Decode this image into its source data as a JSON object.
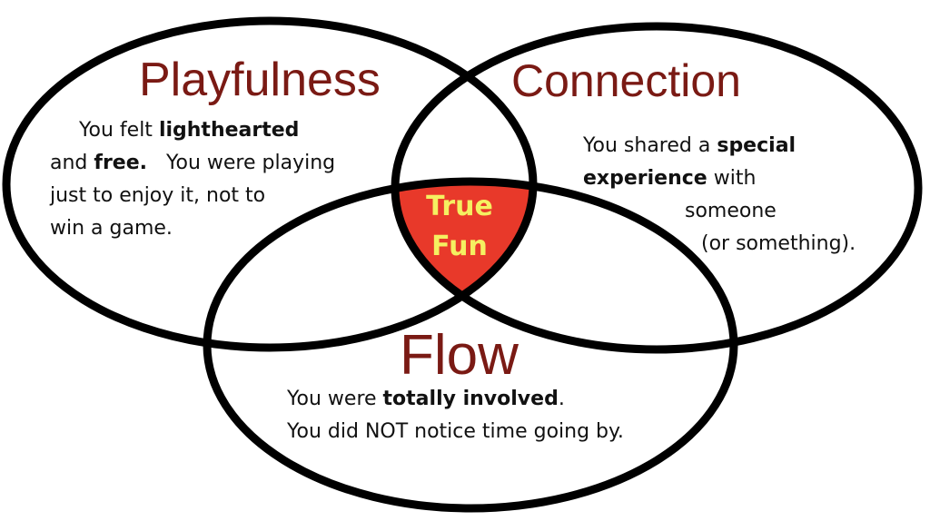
{
  "colors": {
    "outline": "#000000",
    "title": "#7a1a14",
    "center_fill": "#e8392a",
    "center_text": "#f5f061"
  },
  "playfulness": {
    "title": "Playfulness",
    "l1a": "You felt ",
    "l1b": "lighthearted",
    "l2a": "and ",
    "l2b": "free.",
    "l2c": "   You were playing",
    "l3": "just to enjoy it, not to",
    "l4": "win a game."
  },
  "connection": {
    "title": "Connection",
    "l1a": "You shared a ",
    "l1b": "special",
    "l2a": "experience",
    "l2b": " with",
    "l3": "someone",
    "l4": "(or something)."
  },
  "flow": {
    "title": "Flow",
    "l1a": "You were ",
    "l1b": "totally involved",
    "l1c": ".",
    "l2": "You did NOT notice time going by."
  },
  "center": {
    "line1": "True",
    "line2": "Fun"
  }
}
